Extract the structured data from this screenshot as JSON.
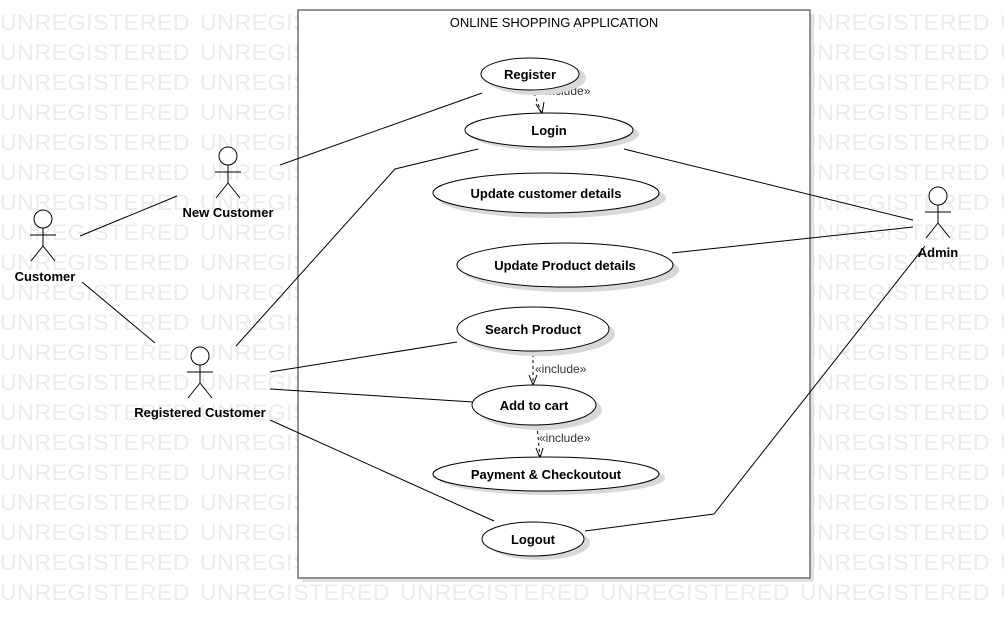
{
  "watermark": "UNREGISTERED",
  "system": {
    "title": "ONLINE SHOPPING APPLICATION"
  },
  "actors": {
    "customer": "Customer",
    "new_customer": "New Customer",
    "registered_customer": "Registered Customer",
    "admin": "Admin"
  },
  "use_cases": {
    "register": "Register",
    "login": "Login",
    "update_customer": "Update customer details",
    "update_product": "Update Product details",
    "search_product": "Search Product",
    "add_to_cart": "Add to cart",
    "payment": "Payment & Checkoutout",
    "logout": "Logout"
  },
  "relations": {
    "include_register_login": "«include»",
    "include_search_cart": "«include»",
    "include_cart_payment": "«include»"
  },
  "colors": {
    "line": "#000000",
    "watermark": "#ececec",
    "boundary": "#707070"
  }
}
